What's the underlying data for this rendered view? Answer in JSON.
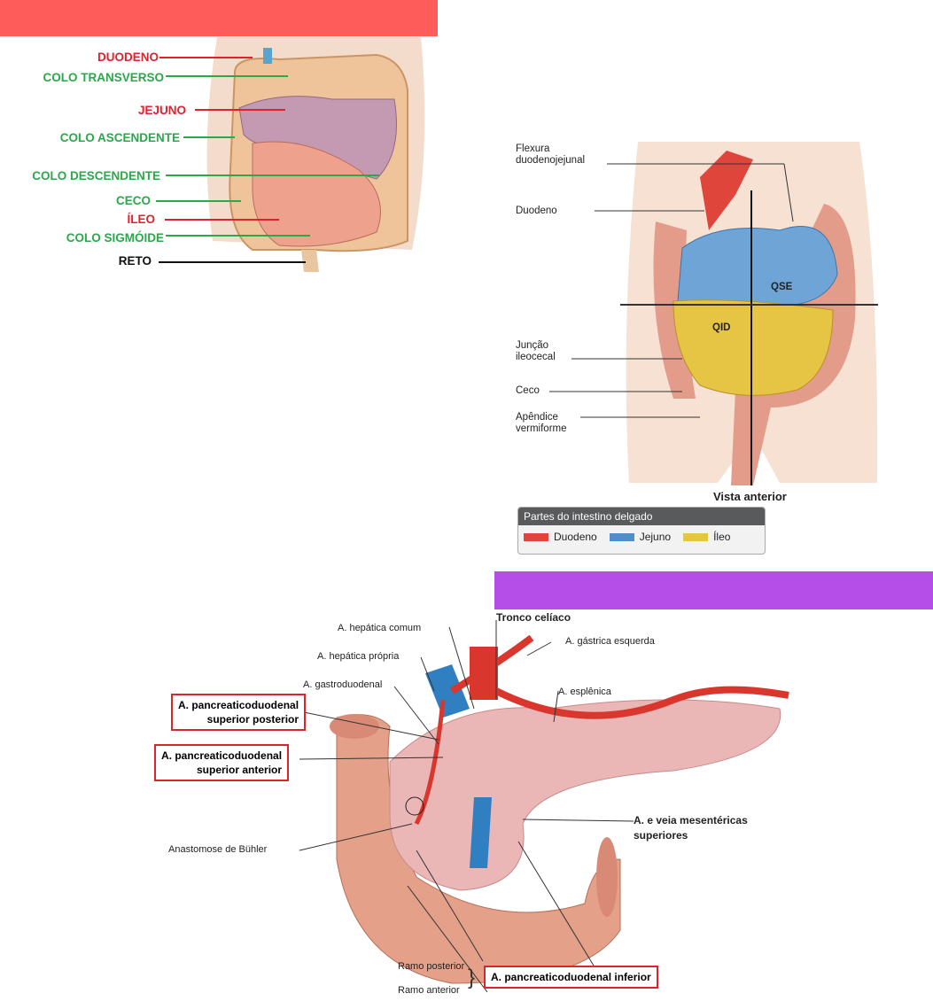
{
  "figure1": {
    "labels": [
      {
        "text": "DUODENO",
        "color": "red"
      },
      {
        "text": "COLO TRANSVERSO",
        "color": "green"
      },
      {
        "text": "JEJUNO",
        "color": "red"
      },
      {
        "text": "COLO ASCENDENTE",
        "color": "green"
      },
      {
        "text": "COLO DESCENDENTE",
        "color": "green"
      },
      {
        "text": "CECO",
        "color": "green"
      },
      {
        "text": "ÍLEO",
        "color": "red"
      },
      {
        "text": "COLO SIGMÓIDE",
        "color": "green"
      },
      {
        "text": "RETO",
        "color": "black"
      }
    ]
  },
  "figure2": {
    "labels": {
      "flexura": "Flexura duodenojejunal",
      "duodeno": "Duodeno",
      "juncao": "Junção ileocecal",
      "ceco": "Ceco",
      "apendice": "Apêndice vermiforme",
      "qse": "QSE",
      "qid": "QID",
      "vista": "Vista anterior"
    },
    "legend": {
      "title": "Partes do intestino delgado",
      "items": [
        {
          "label": "Duodeno",
          "color": "#e0453c"
        },
        {
          "label": "Jejuno",
          "color": "#4b8fcf"
        },
        {
          "label": "Íleo",
          "color": "#e6c545"
        }
      ]
    }
  },
  "figure3": {
    "labels": {
      "tronco": "Tronco celíaco",
      "hep_comum": "A. hepática comum",
      "hep_propria": "A. hepática própria",
      "gastrica": "A. gástrica esquerda",
      "gastroduodenal": "A. gastroduodenal",
      "esplenica": "A. esplênica",
      "sup_post_1": "A. pancreaticoduodenal",
      "sup_post_2": "superior posterior",
      "sup_ant_1": "A. pancreaticoduodenal",
      "sup_ant_2": "superior anterior",
      "mesent_1": "A. e veia mesentéricas",
      "mesent_2": "superiores",
      "buhler": "Anastomose de Bühler",
      "ramo_post": "Ramo posterior",
      "ramo_ant": "Ramo anterior",
      "inferior": "A. pancreaticoduodenal inferior"
    }
  }
}
